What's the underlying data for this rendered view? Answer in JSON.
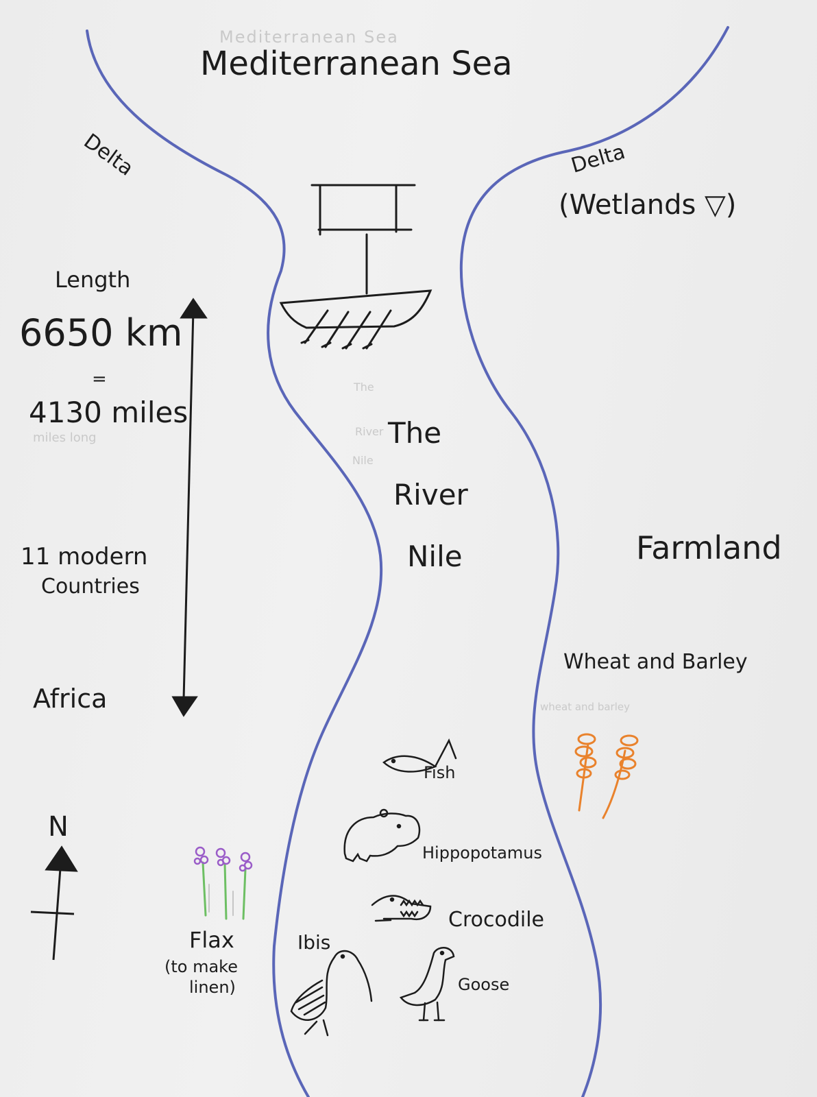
{
  "title": "Mediterranean Sea",
  "river_name": [
    "The",
    "River",
    "Nile"
  ],
  "delta_left": "Delta",
  "delta_right": "Delta",
  "wetlands": "(Wetlands ▽)",
  "length": {
    "heading": "Length",
    "km": "6650 km",
    "equals": "=",
    "miles": "4130 miles"
  },
  "countries": [
    "11 modern",
    "Countries"
  ],
  "continent": "Africa",
  "farmland": "Farmland",
  "crops": "Wheat and Barley",
  "flax": [
    "Flax",
    "(to make",
    "linen)"
  ],
  "compass": "N",
  "animals": {
    "fish": "Fish",
    "hippo": "Hippopotamus",
    "crocodile": "Crocodile",
    "ibis": "Ibis",
    "goose": "Goose"
  },
  "faint_text": {
    "sea": "Mediterranean Sea",
    "miles_long": "miles long",
    "the": "The",
    "river": "River",
    "nile": "Nile",
    "wheat": "wheat and barley"
  },
  "colors": {
    "river": "#5a66b8",
    "ink": "#1c1c1c",
    "flax_flower": "#9a5cc8",
    "flax_stem": "#6dbf63",
    "wheat": "#e9822c"
  },
  "icons": [
    "boat-icon",
    "arrow-icon",
    "compass-icon",
    "fish-icon",
    "hippo-icon",
    "crocodile-icon",
    "ibis-icon",
    "goose-icon",
    "flax-icon",
    "wheat-icon"
  ]
}
